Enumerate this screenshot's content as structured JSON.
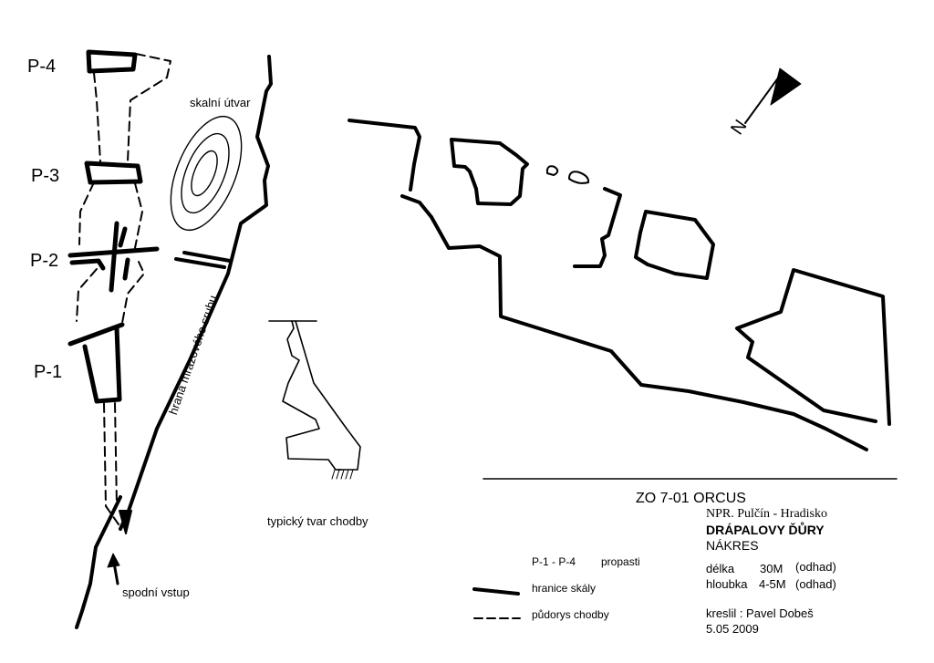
{
  "labels": {
    "p4": "P-4",
    "p3": "P-3",
    "p2": "P-2",
    "p1": "P-1",
    "rock_formation": "skalní útvar",
    "frost_edge": "hrana mrazového srubu",
    "lower_entrance": "spodní vstup",
    "typical_corridor": "typický tvar chodby",
    "north": "N"
  },
  "title_block": {
    "code": "ZO 7-01 ORCUS",
    "reserve": "NPR. Pulčín - Hradisko",
    "cave_name": "DRÁPALOVY ĎŮRY",
    "sheet_type": "NÁKRES",
    "length_label": "délka",
    "length_value": "30M",
    "length_note": "(odhad)",
    "depth_label": "hloubka",
    "depth_value": "4-5M",
    "depth_note": "(odhad)",
    "drawn_by": "kreslil :  Pavel Dobeš",
    "date": "5.05 2009"
  },
  "legend": {
    "abysses_key": "P-1 - P-4",
    "abysses_text": "propasti",
    "rock_boundary": "hranice skály",
    "corridor_plan": "půdorys chodby"
  }
}
